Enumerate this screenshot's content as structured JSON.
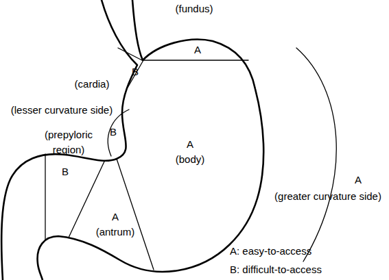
{
  "diagram": {
    "labels": [
      "(fundus)",
      "A",
      "B",
      "(cardia)",
      "(lesser curvature side)",
      "B",
      "A",
      "(body)",
      "(prepyloric region)",
      "B",
      "A",
      "(greater curvature side)",
      "A",
      "(antrum)",
      "A: easy-to-access",
      "B: difficult-to-access"
    ]
  }
}
